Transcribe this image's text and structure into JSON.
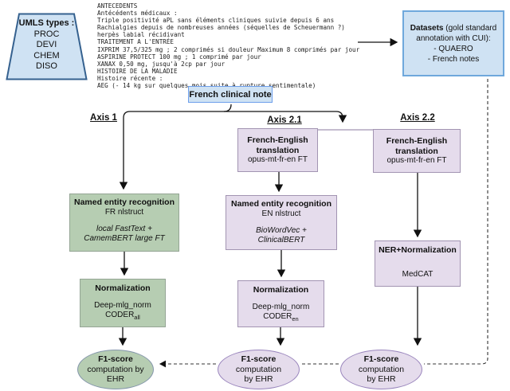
{
  "colors": {
    "blue_fill": "#cfe2f3",
    "blue_border_light": "#6fa8dc",
    "note_border": "#6d9eeb",
    "trapezoid_border": "#35618f",
    "green_fill": "#b6cdb2",
    "green_border": "#94a594",
    "green_ellipse_border": "#8496ab",
    "purple_fill": "#e5dcec",
    "purple_border": "#a294b2",
    "purple_ellipse_border": "#9a86bd"
  },
  "umls": {
    "title": "UMLS types :",
    "items": [
      "PROC",
      "DEVI",
      "CHEM",
      "DISO"
    ]
  },
  "clinical_text": {
    "lines": [
      "ANTECEDENTS",
      "Antécédents médicaux :",
      "Triple positivité aPL sans éléments cliniques suivie depuis 6 ans",
      "Rachialgies depuis de nombreuses années (séquelles de Scheuermann ?)",
      "herpès labial récidivant",
      "TRAITEMENT A L'ENTRÉE",
      "IXPRIM 37,5/325 mg ; 2 comprimés si douleur Maximum 8 comprimés par jour",
      "ASPIRINE PROTECT 100 mg ; 1 comprimé par jour",
      "XANAX 0,50 mg, jusqu'à 2cp par jour",
      "HISTOIRE DE LA MALADIE",
      "Histoire récente :",
      "AEG (- 14 kg sur quelques mois suite à rupture sentimentale)"
    ]
  },
  "datasets": {
    "bold": "Datasets",
    "rest": " (gold standard annotation with CUI):",
    "items": [
      "- QUAERO",
      "- French notes"
    ]
  },
  "note_label": "French clinical note",
  "axes": {
    "axis1": "Axis 1",
    "axis21": "Axis 2.1",
    "axis22": "Axis 2.2"
  },
  "translation21": {
    "title1": "French-English",
    "title2": "translation",
    "model": "opus-mt-fr-en FT"
  },
  "translation22": {
    "title1": "French-English",
    "title2": "translation",
    "model": "opus-mt-fr-en FT"
  },
  "ner_fr": {
    "title": "Named entity recognition",
    "framework": "FR nlstruct",
    "models": [
      "local FastText +",
      "CamemBERT large FT"
    ]
  },
  "ner_en": {
    "title": "Named entity recognition",
    "framework": "EN nlstruct",
    "models": [
      "BioWordVec +",
      "ClinicalBERT"
    ]
  },
  "norm_fr": {
    "title": "Normalization",
    "model": "Deep-mlg_norm",
    "coder": "CODER",
    "coder_sub": "all"
  },
  "norm_en": {
    "title": "Normalization",
    "model": "Deep-mlg_norm",
    "coder": "CODER",
    "coder_sub": "en"
  },
  "medcat": {
    "title": "NER+Normalization",
    "model": "MedCAT"
  },
  "f1_left": {
    "bold": "F1-score",
    "line2": "computation by EHR"
  },
  "f1_mid": {
    "bold": "F1-score",
    "rest": " computation",
    "line2": "by EHR"
  },
  "f1_right": {
    "bold": "F1-score",
    "rest": " computation",
    "line2": "by EHR"
  }
}
